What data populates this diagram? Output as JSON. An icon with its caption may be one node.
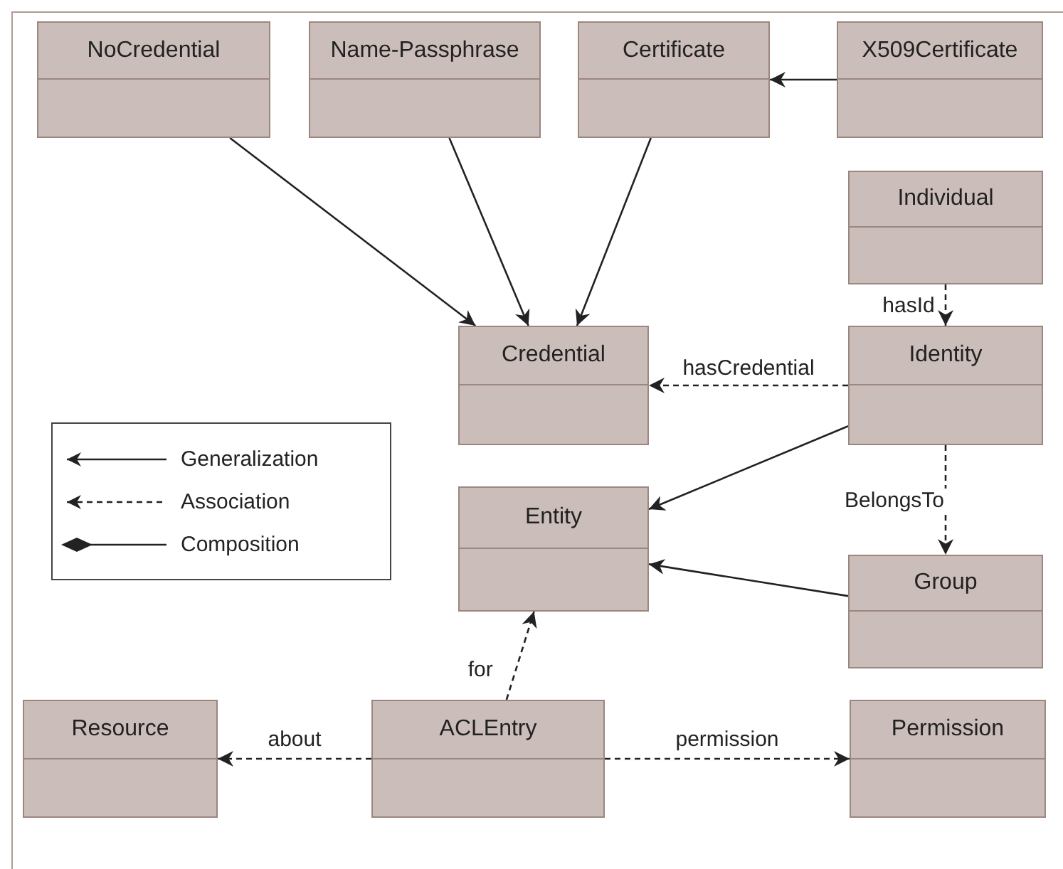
{
  "diagram": {
    "nodes": [
      {
        "text": [
          "NoCredential"
        ]
      },
      {
        "text": [
          "Name-Passphrase"
        ]
      },
      {
        "text": [
          "Certificate"
        ]
      },
      {
        "text": [
          "X509Certificate"
        ]
      },
      {
        "text": [
          "Individual"
        ]
      },
      {
        "text": [
          "Credential"
        ]
      },
      {
        "text": [
          "Identity"
        ]
      },
      {
        "text": [
          "Entity"
        ]
      },
      {
        "text": [
          "Group"
        ]
      },
      {
        "text": [
          "Resource"
        ]
      },
      {
        "text": [
          "ACLEntry"
        ]
      },
      {
        "text": [
          "Permission"
        ]
      }
    ],
    "edges": [
      {
        "from": 3,
        "to": 2,
        "arrow": "to"
      },
      {
        "from": 0,
        "to": 5,
        "arrow": "to"
      },
      {
        "from": 1,
        "to": 5,
        "arrow": "to"
      },
      {
        "from": 2,
        "to": 5,
        "arrow": "to"
      },
      {
        "from": 4,
        "to": 6,
        "arrow": "to",
        "label": "hasId",
        "style": "dashed"
      },
      {
        "from": 6,
        "to": 5,
        "arrow": "to",
        "label": "hasCredential",
        "style": "dashed"
      },
      {
        "from": 6,
        "to": 7,
        "arrow": "to"
      },
      {
        "from": 6,
        "to": 8,
        "arrow": "to",
        "label": "BelongsTo",
        "style": "dashed"
      },
      {
        "from": 8,
        "to": 7,
        "arrow": "to"
      },
      {
        "from": 10,
        "to": 7,
        "arrow": "to",
        "label": "for",
        "style": "dashed"
      },
      {
        "from": 10,
        "to": 9,
        "arrow": "to",
        "label": "about",
        "style": "dashed"
      },
      {
        "from": 10,
        "to": 11,
        "arrow": "to",
        "label": "permission",
        "style": "dashed"
      }
    ],
    "legend": [
      {
        "text": "Generalization"
      },
      {
        "text": "Association"
      },
      {
        "text": "Composition"
      }
    ]
  }
}
